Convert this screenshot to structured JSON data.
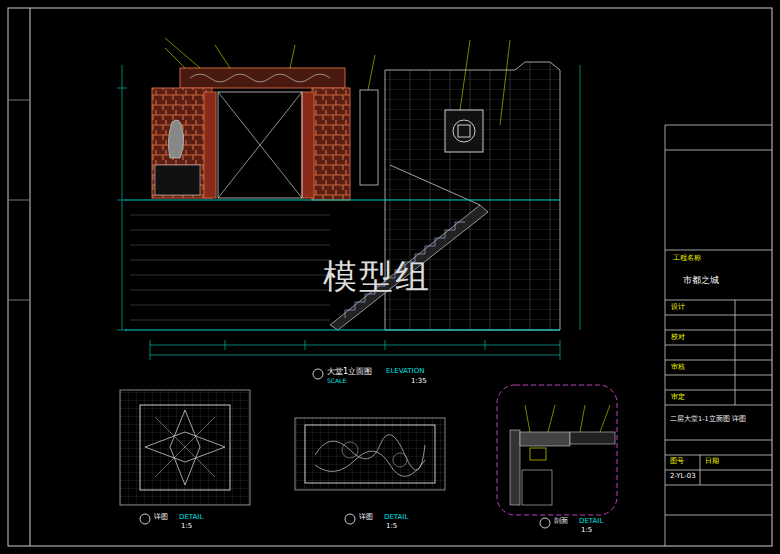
{
  "diagram": {
    "labels": [
      "模型组",
      "大堂1立面图",
      "ELEVATION",
      "SCALE",
      "1:35",
      "详图",
      "DETAIL",
      "1:5",
      "详图",
      "DETAIL",
      "1:5",
      "剖面",
      "DETAIL",
      "1:5",
      "工程名称",
      "市都之城",
      "二层大堂1-1立面图 详图",
      "图号",
      "2-YL-03",
      "日期",
      "设计",
      "校对",
      "审核",
      "审定"
    ]
  }
}
